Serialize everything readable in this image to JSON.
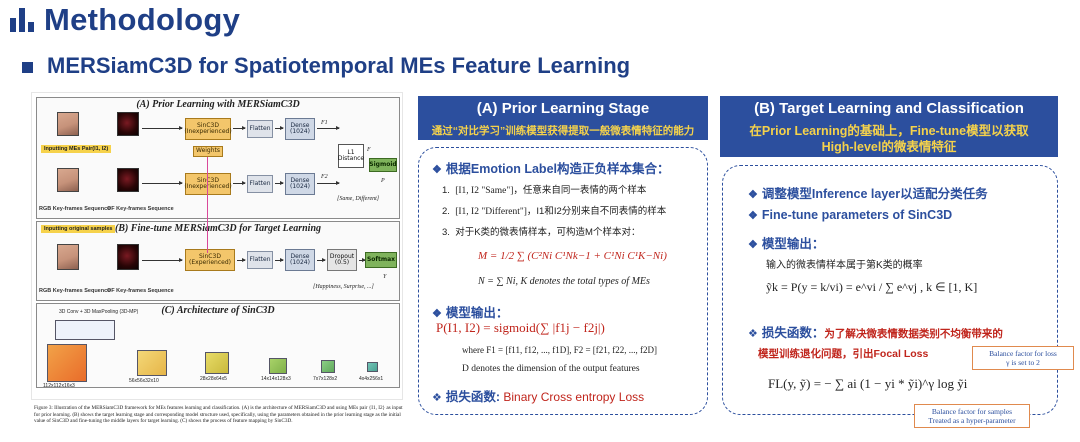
{
  "header": {
    "title": "Methodology",
    "subtitle": "MERSiamC3D for Spatiotemporal MEs Feature Learning"
  },
  "figure": {
    "panel_a": {
      "title": "(A) Prior Learning with MERSiamC3D",
      "sincs": "SinC3D",
      "sinc_sub": "(Inexperienced)",
      "flatten": "Flatten",
      "dense": "Dense",
      "dense_sub": "(1024)",
      "weights": "Weights",
      "l1": "L1",
      "l1_sub": "Distance",
      "sigmoid": "Sigmoid",
      "input_tag": "Inputting MEs Pair(I1, I2)",
      "seq_rgb": "RGB Key-frames Sequence",
      "seq_of": "OF Key-frames Sequence",
      "output": "[Same, Different]",
      "f1": "F1",
      "f2": "F2",
      "f": "F",
      "p": "P"
    },
    "panel_b": {
      "title": "(B) Fine-tune MERSiamC3D for Target Learning",
      "input_tag": "Inputting original samples",
      "sinc": "SinC3D",
      "sinc_sub": "(Experienced)",
      "flatten": "Flatten",
      "dense": "Dense",
      "dense_sub": "(1024)",
      "dropout": "Dropout",
      "dropout_sub": "(0.5)",
      "softmax": "Softmax",
      "seq_rgb": "RGB Key-frames Sequence",
      "seq_of": "OF Key-frames Sequence",
      "output": "[Happiness, Surprise, ...]",
      "y": "Y"
    },
    "panel_c": {
      "title": "(C) Architecture of SinC3D",
      "legend": "3D Conv + 3D MaxPooling (3D-MP)",
      "sizes": [
        "112x112x16x3",
        "56x56x32x10",
        "28x28x64x5",
        "14x14x128x3",
        "7x7x128x2",
        "4x4x256x1"
      ]
    },
    "caption": "Figure 3: Illustration of the MERSiamC3D framework for MEs features learning and classification. (A) is the architecture of MERSiamC3D and using MEs pair {I1, I2} as input for prior learning. (B) shows the target learning stage and corresponding model structure used, specifically, using the parameters obtained in the prior learning stage as the initial value of SinC3D and fine-tuning the middle layers for target learning. (C) shows the process of feature mapping by SinC3D."
  },
  "prior": {
    "header": "(A) Prior Learning Stage",
    "subheader": "通过“对比学习”训练模型获得提取一般微表情特征的能力",
    "head1": "根据Emotion Label构造正负样本集合：",
    "item1_num": "1.",
    "item1_pair": "[I1, I2 \"Same\"]",
    "item1_text": "，任意来自同一表情的两个样本",
    "item2_num": "2.",
    "item2_pair": "[I1, I2 \"Different\"]",
    "item2_text": "，I1和I2分别来自不同表情的样本",
    "item3_num": "3.",
    "item3_text": "对于K类的微表情样本，可构造M个样本对：",
    "formula_m": "M = 1/2 ∑ (C²Ni C¹Nk−1 + C¹Ni C¹K−Ni)",
    "formula_n": "N = ∑ Ni, K denotes the total types of MEs",
    "head2": "模型输出：",
    "formula_p": "P(I1, I2) = sigmoid(∑ |f1j − f2j|)",
    "formula_f": "where F1 = [f11, f12, ..., f1D], F2 = [f21, f22, ..., f2D]",
    "formula_d": "D denotes the dimension of the output features",
    "loss_label": "损失函数:",
    "loss_value": "Binary Cross entropy Loss"
  },
  "target": {
    "header": "(B) Target Learning and Classification",
    "subheader_line1": "在Prior Learning的基础上，Fine-tune模型以获取",
    "subheader_line2": "High-level的微表情特征",
    "head1": "调整模型Inference layer以适配分类任务",
    "head2": "Fine-tune parameters of SinC3D",
    "head3": "模型输出：",
    "desc": "输入的微表情样本属于第K类的概率",
    "formula_y": "ỹk = P(y = k/vi) = e^vi / ∑ e^vj , k ∈ [1, K]",
    "loss_label": "损失函数：",
    "loss_text1": "为了解决微表情数据类别不均衡带来的",
    "loss_text2": "模型训练退化问题，引出Focal Loss",
    "formula_fl": "FL(y, ỹ) = − ∑ ai (1 − yi * ỹi)^γ log ỹi",
    "note1_line1": "Balance factor for loss",
    "note1_line2": "γ is set to 2",
    "note2_line1": "Balance factor for samples",
    "note2_line2": "Treated as a hyper-parameter"
  },
  "colors": {
    "brand_blue": "#2c4f9e",
    "title_blue": "#1f3f86",
    "accent_yellow": "#f5d24b",
    "loss_red": "#c0251c"
  }
}
